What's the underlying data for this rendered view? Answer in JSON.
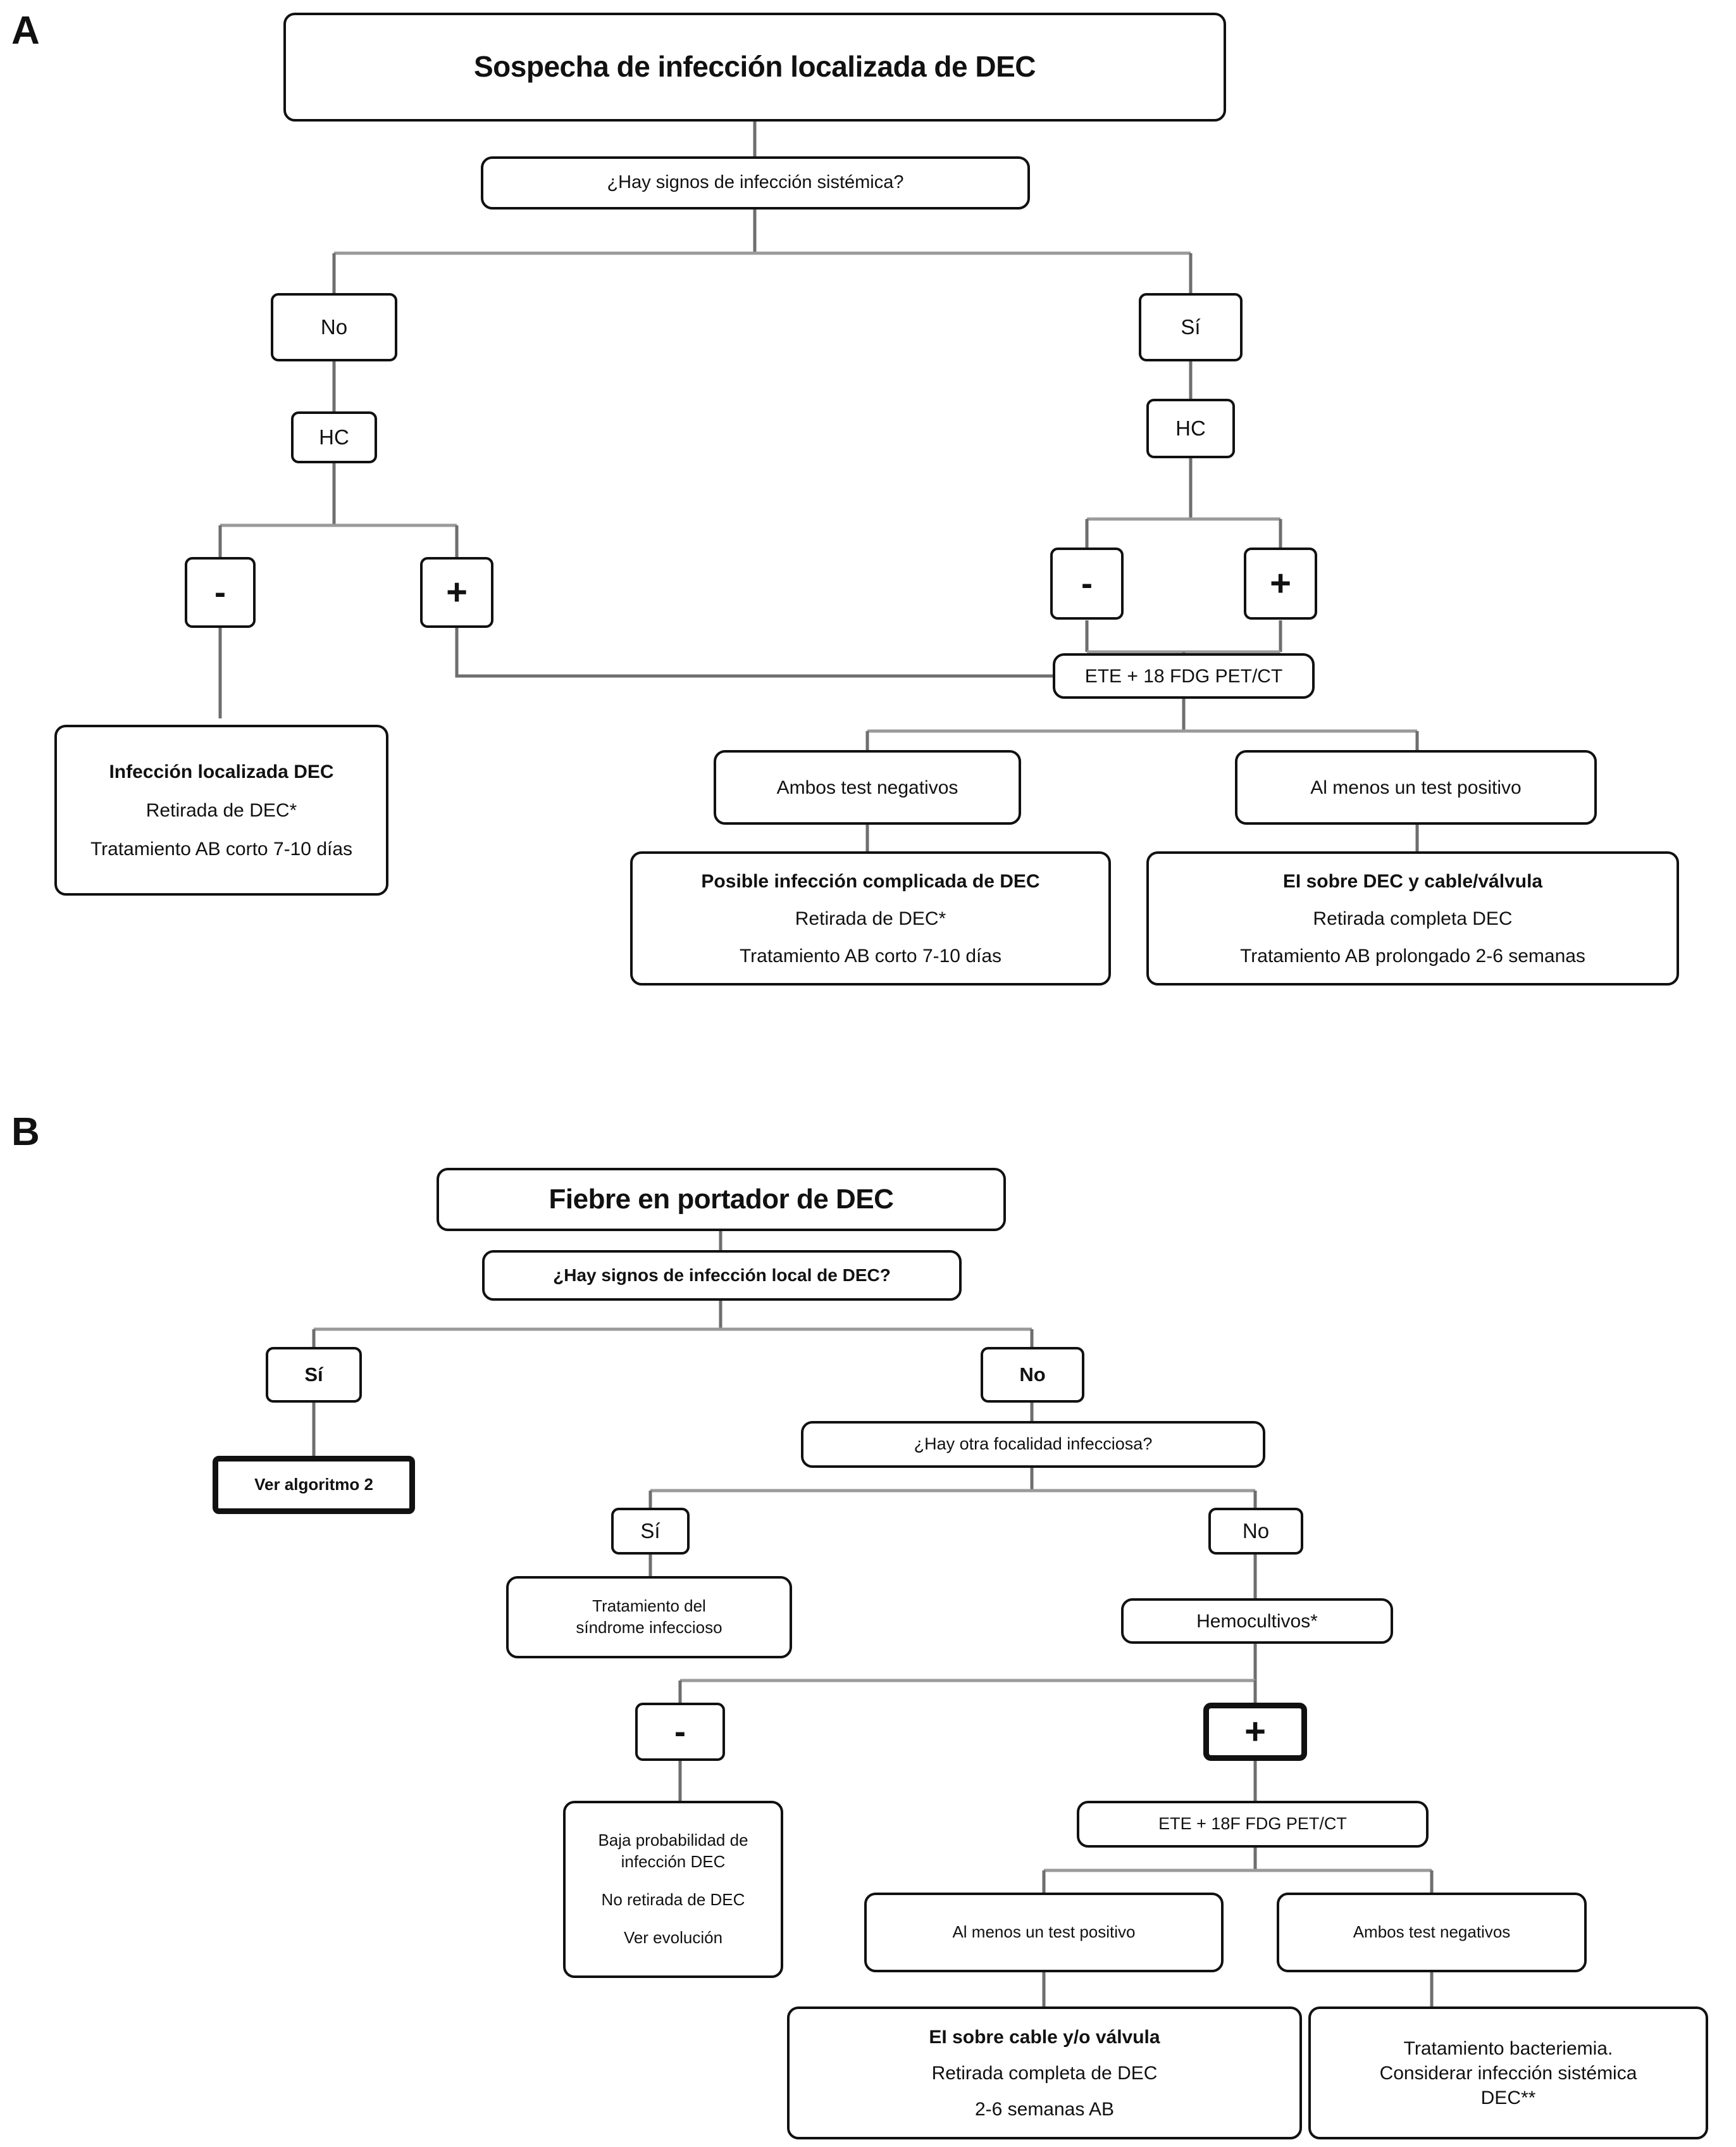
{
  "figure": {
    "panels": [
      {
        "id": "A",
        "label": "A",
        "title": "Sospecha de infección localizada de DEC",
        "nodes": {
          "question": "¿Hay signos de infección sistémica?",
          "branch_no": "No",
          "branch_si": "Sí",
          "hc_left": "HC",
          "hc_right": "HC",
          "minus_left": "-",
          "plus_left": "+",
          "minus_right": "-",
          "plus_right": "+",
          "imaging": "ETE + 18 FDG PET/CT",
          "both_negative": "Ambos test negativos",
          "at_least_positive": "Al menos un test positivo"
        },
        "outcomes": {
          "localized": [
            "Infección localizada DEC",
            "Retirada de DEC*",
            "Tratamiento AB corto 7-10 días"
          ],
          "complicated": [
            "Posible infección complicada de DEC",
            "Retirada de DEC*",
            "Tratamiento AB corto 7-10 días"
          ],
          "endocarditis": [
            "EI sobre DEC y cable/válvula",
            "Retirada completa DEC",
            "Tratamiento AB prolongado 2-6 semanas"
          ]
        }
      },
      {
        "id": "B",
        "label": "B",
        "title": "Fiebre en portador de DEC",
        "nodes": {
          "question1": "¿Hay signos de infección local de DEC?",
          "q1_si": "Sí",
          "q1_no": "No",
          "see_algo": "Ver algoritmo 2",
          "question2": "¿Hay otra focalidad infecciosa?",
          "q2_si": "Sí",
          "q2_no": "No",
          "syndrome_treatment": [
            "Tratamiento del",
            "síndrome infeccioso"
          ],
          "blood_cultures": "Hemocultivos*",
          "bc_minus": "-",
          "bc_plus": "+",
          "imaging": "ETE + 18F FDG PET/CT",
          "at_least_positive": "Al menos un test positivo",
          "both_negative": "Ambos test negativos"
        },
        "outcomes": {
          "low_probability": [
            "Baja probabilidad de",
            "infección DEC",
            "No retirada de DEC",
            "Ver evolución"
          ],
          "endocarditis": [
            "EI sobre cable y/o válvula",
            "Retirada completa de DEC",
            "2-6 semanas AB"
          ],
          "bacteremia": [
            "Tratamiento bacteriemia.",
            "Considerar infección sistémica",
            "DEC**"
          ]
        }
      }
    ],
    "colors": {
      "ink": "#111111",
      "background": "#ffffff",
      "connector_dark": "#5a5a5a",
      "connector_light": "#9a9a9a"
    }
  }
}
